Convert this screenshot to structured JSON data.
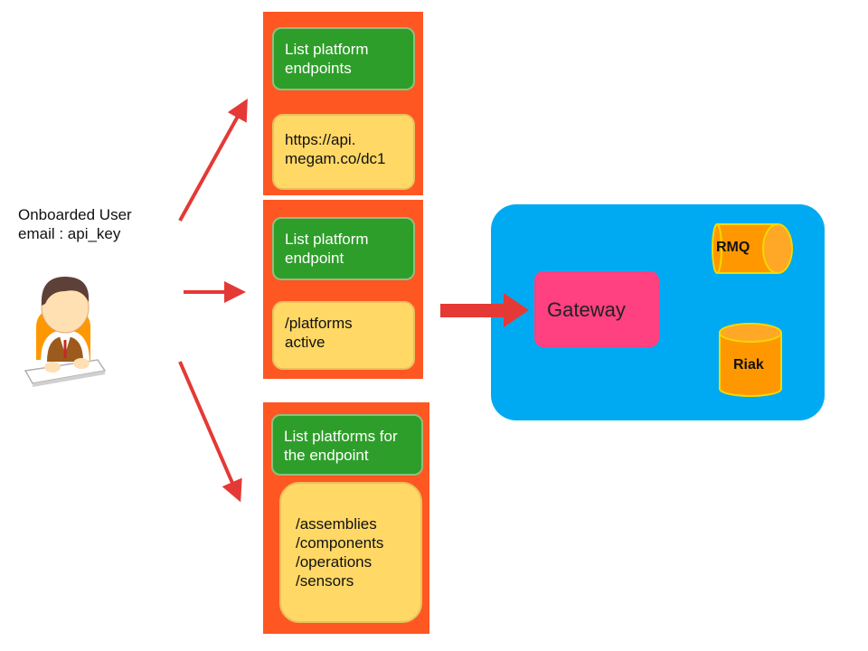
{
  "user": {
    "line1": "Onboarded User",
    "line2": "email : api_key",
    "avatar_icon": "user-at-keyboard-icon"
  },
  "panels": [
    {
      "title_lines": [
        "List platform",
        "endpoints"
      ],
      "body_lines": [
        "https://api.",
        "megam.co/dc1"
      ]
    },
    {
      "title_lines": [
        "List platform",
        "endpoint"
      ],
      "body_lines": [
        "/platforms",
        "active"
      ]
    },
    {
      "title_lines": [
        "List platforms for",
        "the endpoint"
      ],
      "body_lines": [
        "/assemblies",
        "/components",
        "/operations",
        "/sensors"
      ]
    }
  ],
  "cluster": {
    "gateway_label": "Gateway",
    "queue_label": "RMQ",
    "db_label": "Riak"
  },
  "colors": {
    "panel": "#ff5722",
    "green": "#2e9e2a",
    "yellow": "#ffd866",
    "cluster": "#00aaf2",
    "gateway": "#ff4081",
    "db": "#ff9800",
    "arrow": "#e53935"
  }
}
